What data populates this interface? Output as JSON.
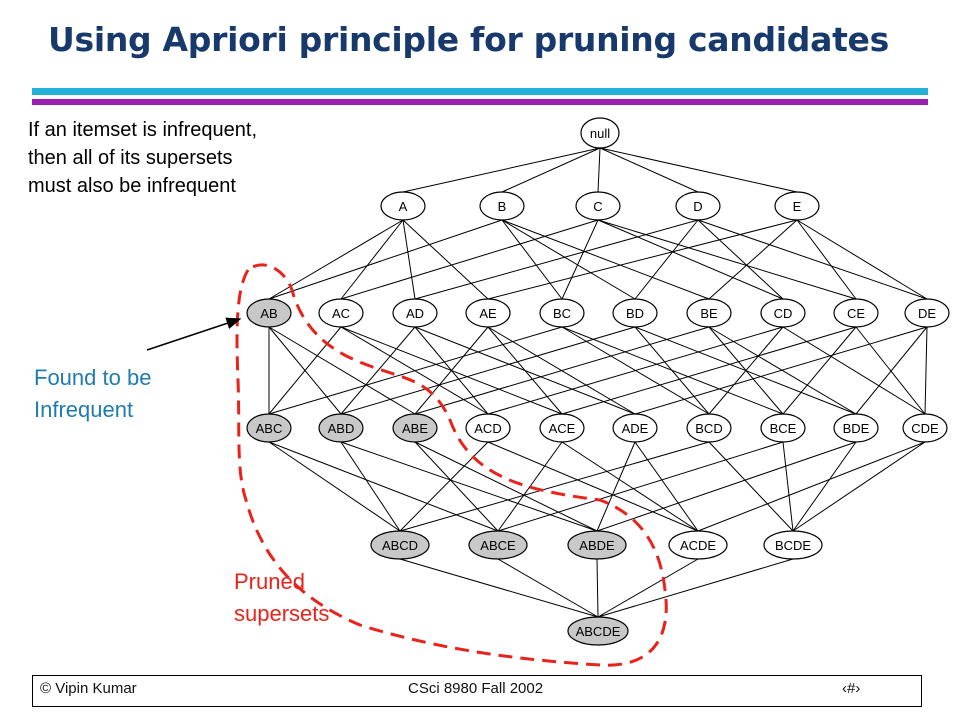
{
  "slide": {
    "title": "Using Apriori principle for pruning candidates",
    "caption_lines": [
      "If an itemset is infrequent,",
      "then all of its supersets",
      "must also be infrequent"
    ],
    "callout_infrequent": [
      "Found to be",
      "Infrequent"
    ],
    "callout_pruned": [
      "Pruned",
      "supersets"
    ],
    "footer": {
      "left": "© Vipin Kumar",
      "center": "CSci 8980 Fall 2002",
      "right": "‹#›"
    },
    "colors": {
      "title": "#17396b",
      "rule_blue": "#22b0d8",
      "rule_purple": "#9b1db0",
      "infrequent_callout": "#1f7bb0",
      "pruned_callout": "#e8231b",
      "pruned_node_fill": "#c8c8c8",
      "normal_node_fill": "#ffffff"
    }
  },
  "lattice": {
    "levels": [
      [
        {
          "id": "null",
          "label": "null"
        }
      ],
      [
        {
          "id": "A",
          "label": "A"
        },
        {
          "id": "B",
          "label": "B"
        },
        {
          "id": "C",
          "label": "C"
        },
        {
          "id": "D",
          "label": "D"
        },
        {
          "id": "E",
          "label": "E"
        }
      ],
      [
        {
          "id": "AB",
          "label": "AB",
          "pruned": true
        },
        {
          "id": "AC",
          "label": "AC"
        },
        {
          "id": "AD",
          "label": "AD"
        },
        {
          "id": "AE",
          "label": "AE"
        },
        {
          "id": "BC",
          "label": "BC"
        },
        {
          "id": "BD",
          "label": "BD"
        },
        {
          "id": "BE",
          "label": "BE"
        },
        {
          "id": "CD",
          "label": "CD"
        },
        {
          "id": "CE",
          "label": "CE"
        },
        {
          "id": "DE",
          "label": "DE"
        }
      ],
      [
        {
          "id": "ABC",
          "label": "ABC",
          "pruned": true
        },
        {
          "id": "ABD",
          "label": "ABD",
          "pruned": true
        },
        {
          "id": "ABE",
          "label": "ABE",
          "pruned": true
        },
        {
          "id": "ACD",
          "label": "ACD"
        },
        {
          "id": "ACE",
          "label": "ACE"
        },
        {
          "id": "ADE",
          "label": "ADE"
        },
        {
          "id": "BCD",
          "label": "BCD"
        },
        {
          "id": "BCE",
          "label": "BCE"
        },
        {
          "id": "BDE",
          "label": "BDE"
        },
        {
          "id": "CDE",
          "label": "CDE"
        }
      ],
      [
        {
          "id": "ABCD",
          "label": "ABCD",
          "pruned": true
        },
        {
          "id": "ABCE",
          "label": "ABCE",
          "pruned": true
        },
        {
          "id": "ABDE",
          "label": "ABDE",
          "pruned": true
        },
        {
          "id": "ACDE",
          "label": "ACDE"
        },
        {
          "id": "BCDE",
          "label": "BCDE"
        }
      ],
      [
        {
          "id": "ABCDE",
          "label": "ABCDE",
          "pruned": true
        }
      ]
    ]
  }
}
